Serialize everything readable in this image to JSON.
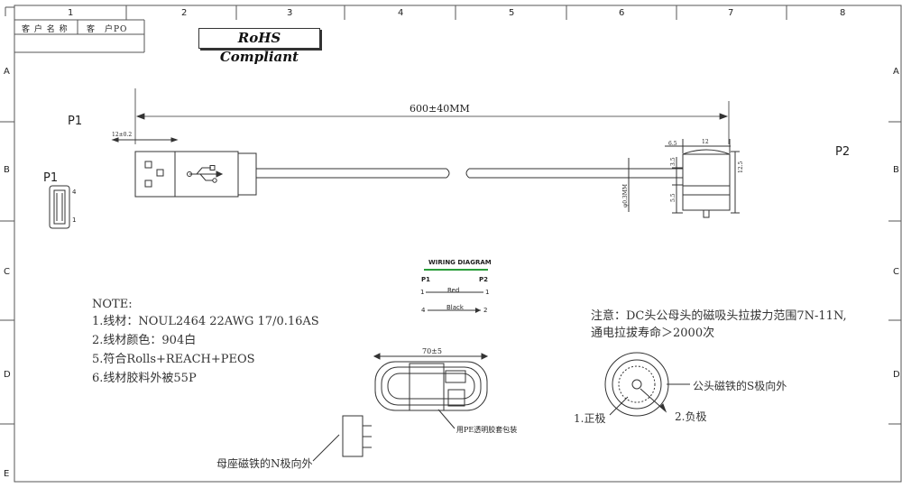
{
  "title_block": {
    "customer_name": "客 户 名 称",
    "customer_po": "客　户PO",
    "rohs": "RoHS Compliant"
  },
  "grid": {
    "columns": [
      "1",
      "2",
      "3",
      "4",
      "5",
      "6",
      "7",
      "8"
    ],
    "rows": [
      "A",
      "B",
      "C",
      "D",
      "E"
    ]
  },
  "labels": {
    "p1_top": "P1",
    "p1_left": "P1",
    "p2": "P2",
    "pin_4": "4",
    "pin_1": "1"
  },
  "dimensions": {
    "length": "600±40MM",
    "usb_offset": "12±0.2",
    "plug_dia": "12",
    "plug_height": "12.5",
    "d1": "6.5",
    "d2": "3.5",
    "d3": "5.5",
    "d4": "φ0.3MM",
    "coil_width": "70±5"
  },
  "note": {
    "heading": "NOTE:",
    "lines": [
      "1.线材：NOUL2464 22AWG 17/0.16AS",
      "2.线材颜色：904白",
      "5.符合Rolls+REACH+PEOS",
      "6.线材胶料外被55P"
    ]
  },
  "wiring": {
    "title": "WIRING DIAGRAM",
    "p1": "P1",
    "p2": "P2",
    "rows": [
      {
        "left": "1",
        "color": "Red",
        "right": "1"
      },
      {
        "left": "4",
        "color": "Black",
        "right": "2"
      }
    ]
  },
  "attention": {
    "line1": "注意：DC头公母头的磁吸头拉拔力范围7N-11N,",
    "line2": "通电拉拔寿命＞2000次"
  },
  "callouts": {
    "pe_bag": "用PE透明胶套包装",
    "male_head": "公头磁铁的S极向外",
    "positive": "1.正极",
    "negative": "2.负极",
    "female_seat": "母座磁铁的N极向外"
  },
  "colors": {
    "line": "#333333",
    "wiring_green": "#2a9d3a"
  }
}
